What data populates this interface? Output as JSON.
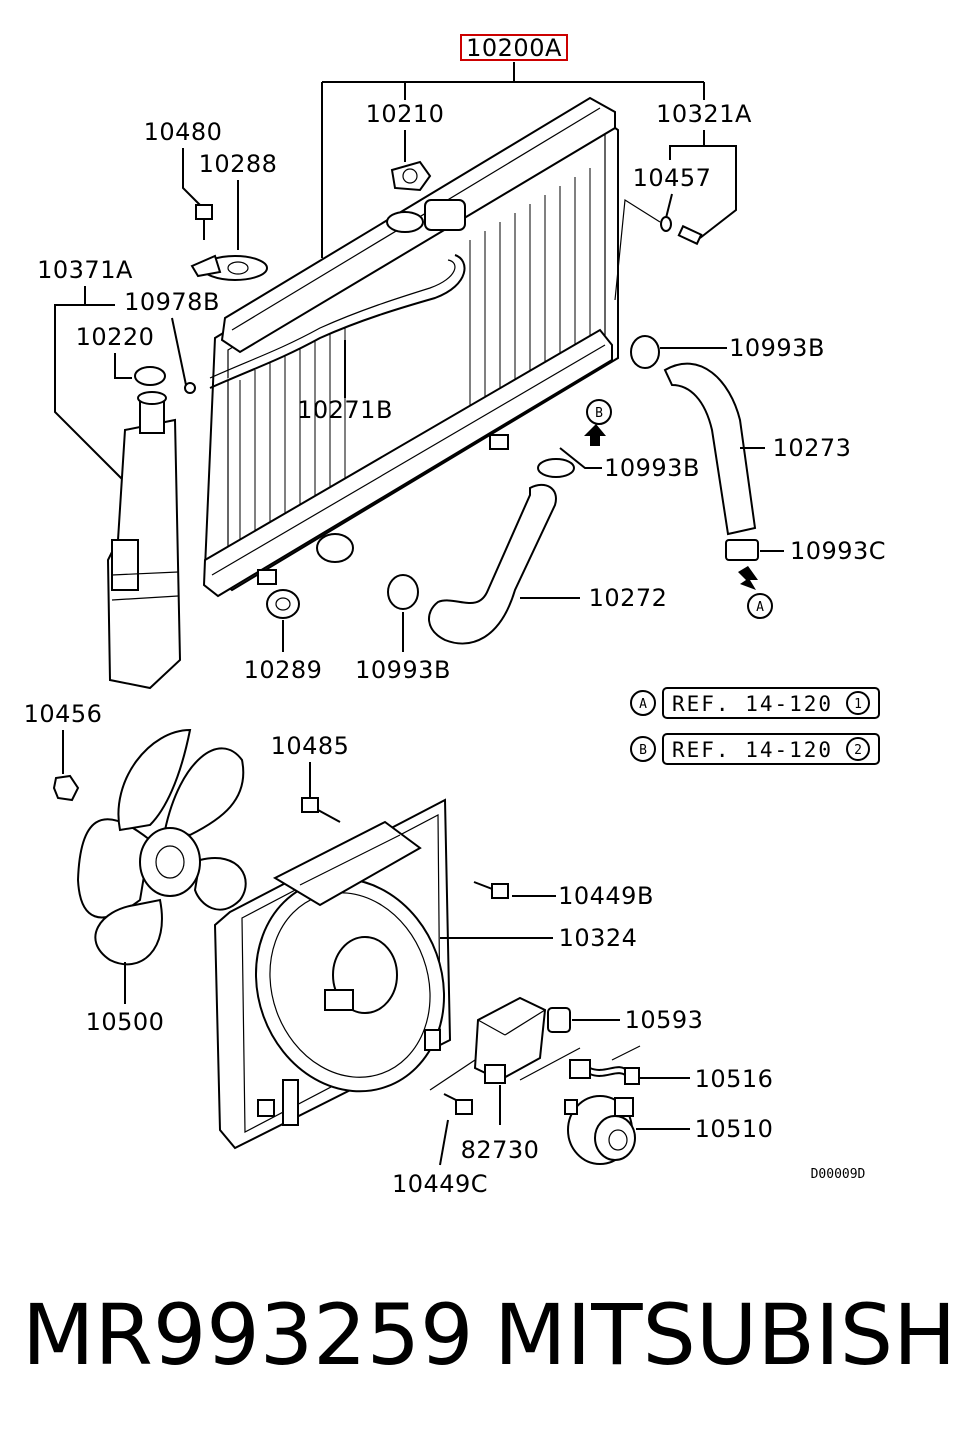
{
  "diagram": {
    "main_part": "10200A",
    "labels": {
      "p10210": "10210",
      "p10321A": "10321A",
      "p10480": "10480",
      "p10288": "10288",
      "p10457": "10457",
      "p10371A": "10371A",
      "p10978B": "10978B",
      "p10220": "10220",
      "p10993B_top": "10993B",
      "p10271B": "10271B",
      "p10273": "10273",
      "p10993B_mid": "10993B",
      "p10993C": "10993C",
      "p10272": "10272",
      "p10289": "10289",
      "p10993B_low": "10993B",
      "p10456": "10456",
      "p10485": "10485",
      "p10449B": "10449B",
      "p10324": "10324",
      "p10500": "10500",
      "p10593": "10593",
      "p10516": "10516",
      "p82730": "82730",
      "p10510": "10510",
      "p10449C": "10449C"
    },
    "markers": {
      "a": "A",
      "b": "B",
      "one": "1",
      "two": "2"
    },
    "references": {
      "a_text": "REF. 14-120",
      "b_text": "REF. 14-120"
    },
    "code": "D00009D"
  },
  "footer": {
    "part_number": "MR993259",
    "brand": "MITSUBISHI"
  },
  "colors": {
    "highlight_box": "#cc0000",
    "ink": "#000000",
    "background": "#ffffff"
  }
}
